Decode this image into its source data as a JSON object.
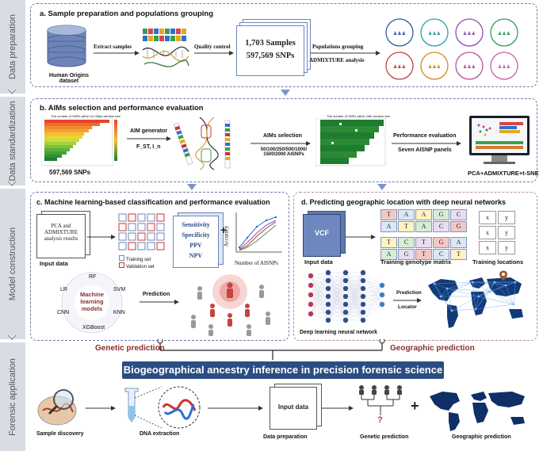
{
  "side_labels": [
    "Data preparation",
    "Data standardization",
    "Model construction",
    "Forensic application"
  ],
  "panel_a": {
    "title": "a. Sample preparation and populations grouping",
    "db_label": "Human Origins dataset",
    "extract_label": "Extract samples",
    "qc_label": "Quality control",
    "samples": "1,703 Samples",
    "snps": "597,569 SNPs",
    "pop_group_label": "Populations grouping",
    "admixture_label": "ADMIXTURE analysis"
  },
  "panel_b": {
    "title": "b. AIMs selection and performance evaluation",
    "heat1_title": "The number of SNPs within 1e+06bp window size",
    "heat2_title": "The number of SNPs within 1Mb window size",
    "snps_label": "597,569 SNPs",
    "aim_gen": "AIM generator",
    "fst": "F_ST, I_n",
    "aims_sel": "AIMs selection",
    "aims_sizes": "50/100/250/500/1000/ 1500/2000 AISNPs",
    "perf_eval": "Performance evaluation",
    "panels": "Seven AISNP panels",
    "methods": "PCA+ADMIXTURE+t-SNE"
  },
  "panel_c": {
    "title": "c. Machine learning-based classification and performance evaluation",
    "input_box": "PCA and ADMIXTURE analysis results",
    "input_label": "Input data",
    "train_set": "Training set",
    "valid_set": "Validation set",
    "metrics": [
      "Sensitivity",
      "Specificity",
      "PPV",
      "NPV"
    ],
    "plus": "+",
    "ylabel": "Accuracy",
    "xlabel": "Number of AISNPs",
    "models_center": "Machine learning models",
    "models": [
      "RF",
      "SVM",
      "KNN",
      "XGBoost",
      "CNN",
      "LR"
    ],
    "prediction": "Prediction"
  },
  "panel_d": {
    "title": "d. Predicting geographic location with deep neural networks",
    "vcf": "VCF",
    "input_label": "Input data",
    "genotype_rows": [
      [
        "T",
        "A",
        "A",
        "G",
        "C"
      ],
      [
        "A",
        "T",
        "A",
        "C",
        "G"
      ],
      [
        "T",
        "C",
        "T",
        "G",
        "A"
      ],
      [
        "A",
        "G",
        "T",
        "C",
        "T"
      ]
    ],
    "genotype_label": "Training genotype matrix",
    "loc_cells": [
      "x",
      "y"
    ],
    "loc_label": "Training locations",
    "dnn_label": "Deep learning neural network",
    "prediction": "Prediction",
    "locator": "Locator"
  },
  "bottom": {
    "genetic_prediction": "Genetic prediction",
    "geographic_prediction": "Geographic prediction",
    "banner": "Biogeographical ancestry inference in precision forensic science",
    "steps": [
      "Sample discovery",
      "DNA extraction",
      "Data preparation",
      "Genetic prediction",
      "Geographic prediction"
    ],
    "input_data": "Input data",
    "question": "?",
    "plus": "+"
  },
  "colors": {
    "navy": "#2b4d83",
    "blue": "#6d86ba",
    "red": "#8b2d2d",
    "green": "#1e7a1e"
  }
}
